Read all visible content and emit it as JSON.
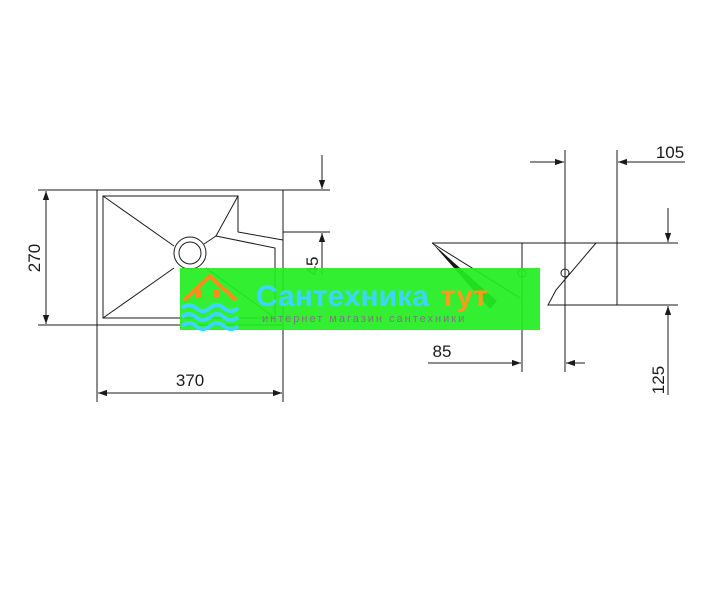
{
  "dimensions": {
    "width_370": "370",
    "height_270": "270",
    "depth_45": "45",
    "top_105": "105",
    "offset_85": "85",
    "bottom_125": "125"
  },
  "watermark": {
    "title_main": "Сантехника",
    "title_accent": "тут",
    "subtitle": "интернет магазин сантехники",
    "colors": {
      "band": "#22ee22",
      "title": "#3fd4ff",
      "accent": "#ff9a1a",
      "icon": "#ff8c1a"
    }
  },
  "colors": {
    "line": "#1a1a1a"
  }
}
